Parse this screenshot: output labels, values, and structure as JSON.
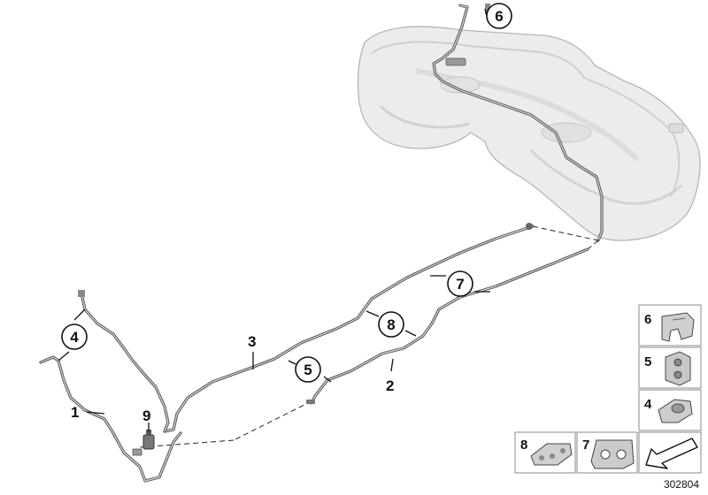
{
  "callouts": {
    "c6": "6",
    "c7": "7",
    "c8": "8",
    "c5": "5",
    "c4": "4"
  },
  "labels": {
    "l1": "1",
    "l2": "2",
    "l3": "3",
    "l9": "9"
  },
  "legend": {
    "items": [
      {
        "number": "6",
        "icon": "clip-6-icon"
      },
      {
        "number": "5",
        "icon": "clip-5-icon"
      },
      {
        "number": "4",
        "icon": "clip-4-icon"
      },
      {
        "number": "8",
        "icon": "clip-8-icon"
      },
      {
        "number": "7",
        "icon": "clip-7-icon"
      }
    ],
    "direction_icon": "direction-arrow-icon"
  },
  "reference_number": "302804"
}
